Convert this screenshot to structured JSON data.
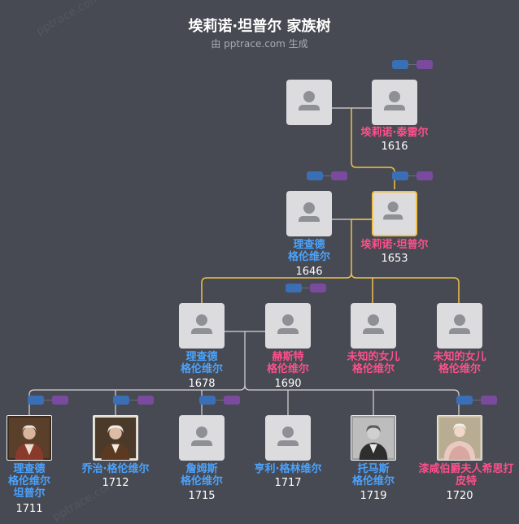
{
  "header": {
    "title": "埃莉诺·坦普尔 家族树",
    "subtitle": "由 pptrace.com 生成",
    "watermark": "pptrace.com"
  },
  "colors": {
    "background": "#474a52",
    "male": "#4aa3ff",
    "female": "#ff4f8b",
    "highlight_line": "#f0c14b",
    "normal_line": "#d8d8d8"
  },
  "people": {
    "gen1_father": {
      "name": "",
      "year": ""
    },
    "gen1_mother": {
      "name": "埃莉诺·泰雷尔",
      "year": "1616"
    },
    "gen2_husband": {
      "name": "理查德\n格伦维尔",
      "year": "1646"
    },
    "gen2_self": {
      "name": "埃莉诺·坦普尔",
      "year": "1653"
    },
    "gen3_son1": {
      "name": "理查德\n格伦维尔",
      "year": "1678"
    },
    "gen3_son1_wife": {
      "name": "赫斯特\n格伦维尔",
      "year": "1690"
    },
    "gen3_daughter1": {
      "name": "未知的女儿\n格伦维尔",
      "year": ""
    },
    "gen3_daughter2": {
      "name": "未知的女儿\n格伦维尔",
      "year": ""
    },
    "gen4_c1": {
      "name": "理查德\n格伦维尔\n坦普尔",
      "year": "1711"
    },
    "gen4_c2": {
      "name": "乔治·格伦维尔",
      "year": "1712"
    },
    "gen4_c3": {
      "name": "詹姆斯\n格伦维尔",
      "year": "1715"
    },
    "gen4_c4": {
      "name": "亨利·格林维尔",
      "year": "1717"
    },
    "gen4_c5": {
      "name": "托马斯\n格伦维尔",
      "year": "1719"
    },
    "gen4_c6": {
      "name": "漆咸伯爵夫人希思打\n皮特",
      "year": "1720"
    }
  }
}
